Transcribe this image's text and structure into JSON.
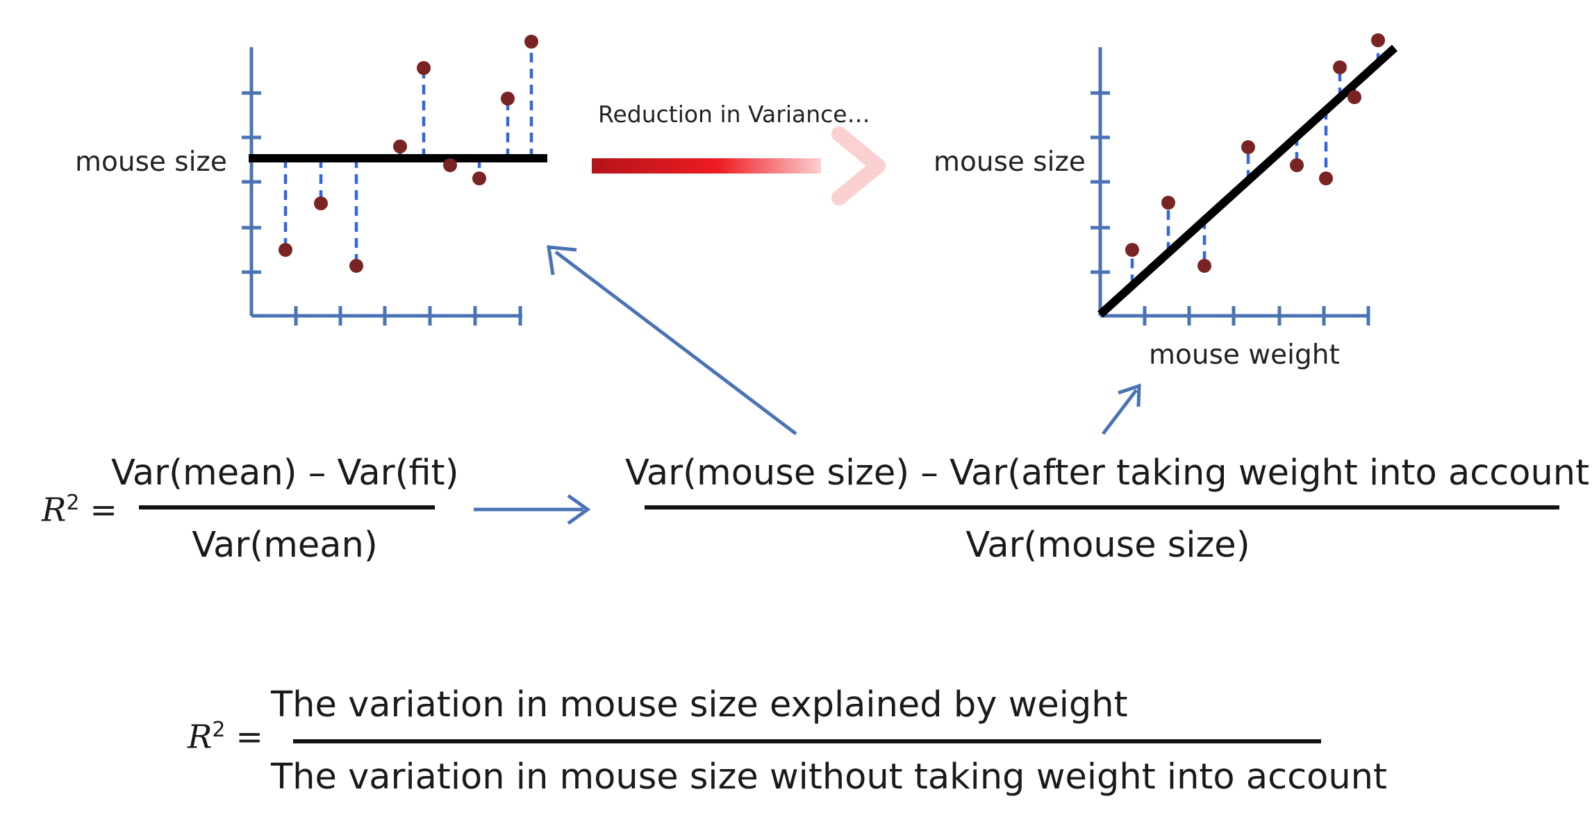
{
  "colors": {
    "axis": "#4a73b5",
    "point": "#7a2323",
    "residual": "#3366dd",
    "fit_line": "#000000",
    "red_arrow_start": "#b3141a",
    "red_arrow_mid": "#ee1b22",
    "red_arrow_end": "#fbd0d0",
    "blue_arrow": "#4a73b5"
  },
  "left_plot": {
    "y_label": "mouse size",
    "line": "mean (horizontal)"
  },
  "middle_arrow": {
    "caption": "Reduction in Variance…"
  },
  "right_plot": {
    "y_label": "mouse size",
    "x_label": "mouse weight",
    "line": "least-squares fit"
  },
  "formula_1": {
    "lhs_symbol": "R",
    "lhs_power": "2",
    "lhs_eq": "=",
    "numerator": "Var(mean) – Var(fit)",
    "denominator": "Var(mean)"
  },
  "formula_2": {
    "numerator": "Var(mouse size) – Var(after taking weight into account)",
    "denominator": "Var(mouse size)"
  },
  "formula_3": {
    "lhs_symbol": "R",
    "lhs_power": "2",
    "lhs_eq": "=",
    "numerator": "The variation in mouse size explained by weight",
    "denominator": "The variation in mouse size without taking weight into account"
  }
}
